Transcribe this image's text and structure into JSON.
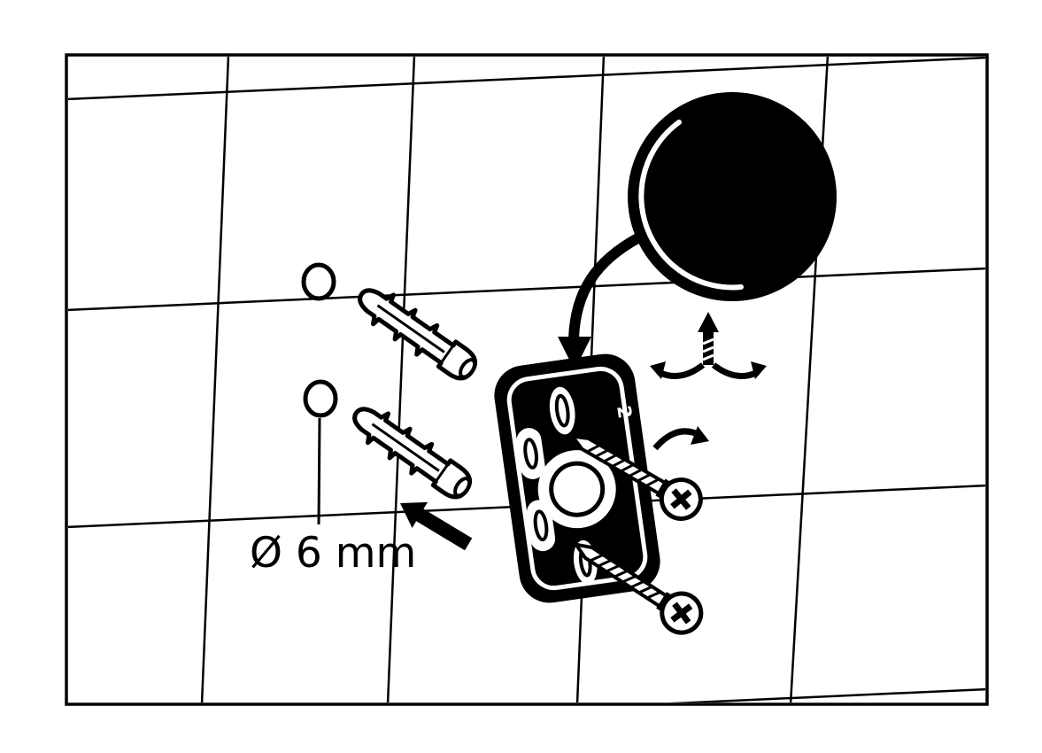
{
  "diagram": {
    "type": "installation-instruction-diagram",
    "subject": "wall-mounted round hook mounting on tiled wall",
    "labels": {
      "drill_diameter": "Ø 6 mm",
      "plate_marking": "2"
    },
    "colors": {
      "line": "#000000",
      "background": "#ffffff"
    },
    "parts": [
      "tiled-wall",
      "drill-hole-top",
      "drill-hole-bottom",
      "wall-plug-top",
      "wall-plug-bottom",
      "mounting-plate",
      "screw-top",
      "screw-bottom",
      "round-cover",
      "attach-curved-arrow",
      "stud-up-arrow",
      "rotate-left-arrow",
      "rotate-right-arrow",
      "screw-turn-arrow",
      "insert-plug-arrow",
      "diameter-leader-line"
    ]
  }
}
